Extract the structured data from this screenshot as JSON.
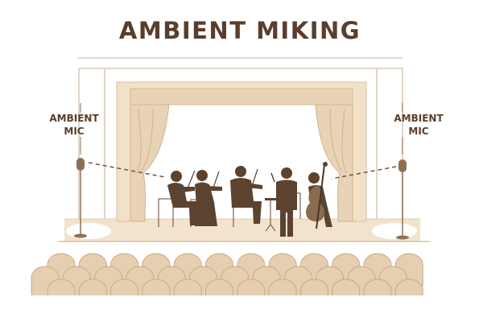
{
  "title": "AMBIENT MIKING",
  "left_mic": {
    "line1": "AMBIENT",
    "line2": "MIC"
  },
  "right_mic": {
    "line1": "AMBIENT",
    "line2": "MIC"
  },
  "colors": {
    "text": "#5a3e2b",
    "silhouette": "#5c4330",
    "curtain": "#e8d3b6",
    "floor": "#f3e3cc",
    "seat": "#e6ceb0"
  },
  "audience": {
    "rows": 3,
    "seats_per_row": [
      12,
      12,
      12
    ]
  }
}
